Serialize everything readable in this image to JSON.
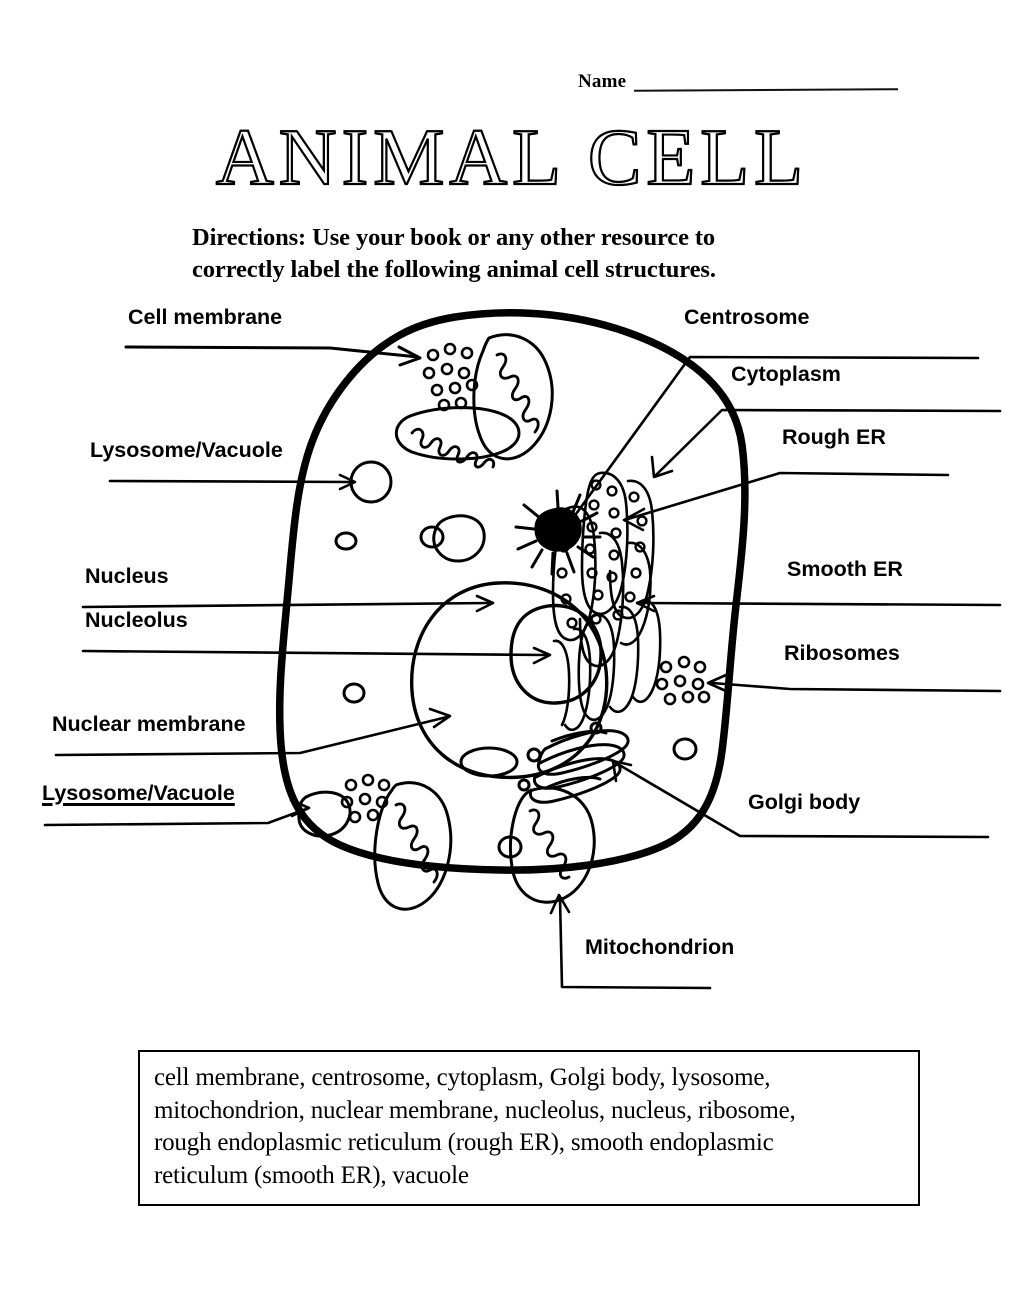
{
  "header": {
    "name_label": "Name",
    "name_value": ""
  },
  "title": "ANIMAL CELL",
  "directions": "Directions: Use your book or any other resource to correctly label the following animal cell structures.",
  "diagram": {
    "title": "animal cell cross-section diagram",
    "labels": {
      "cell_membrane": "Cell membrane",
      "lysosome_vacuole_top": "Lysosome/Vacuole",
      "nucleus": "Nucleus",
      "nucleolus": "Nucleolus",
      "nuclear_membrane": "Nuclear membrane",
      "lysosome_vacuole_bottom": "Lysosome/Vacuole",
      "centrosome": "Centrosome",
      "cytoplasm": "Cytoplasm",
      "rough_er": "Rough ER",
      "smooth_er": "Smooth ER",
      "ribosomes": "Ribosomes",
      "golgi_body": "Golgi body",
      "mitochondrion": "Mitochondrion"
    },
    "organelles": [
      "cell membrane",
      "nucleus",
      "nucleolus",
      "nuclear membrane",
      "mitochondrion",
      "ribosomes",
      "rough endoplasmic reticulum",
      "smooth endoplasmic reticulum",
      "golgi body",
      "centrosome",
      "lysosome",
      "vacuole",
      "cytoplasm"
    ]
  },
  "word_bank": {
    "lines": [
      "cell membrane, centrosome, cytoplasm, Golgi body, lysosome,",
      "mitochondrion, nuclear membrane, nucleolus, nucleus, ribosome,",
      "rough endoplasmic reticulum (rough ER), smooth endoplasmic",
      "reticulum (smooth ER), vacuole"
    ]
  },
  "colors": {
    "ink": "#000000",
    "page": "#ffffff"
  }
}
